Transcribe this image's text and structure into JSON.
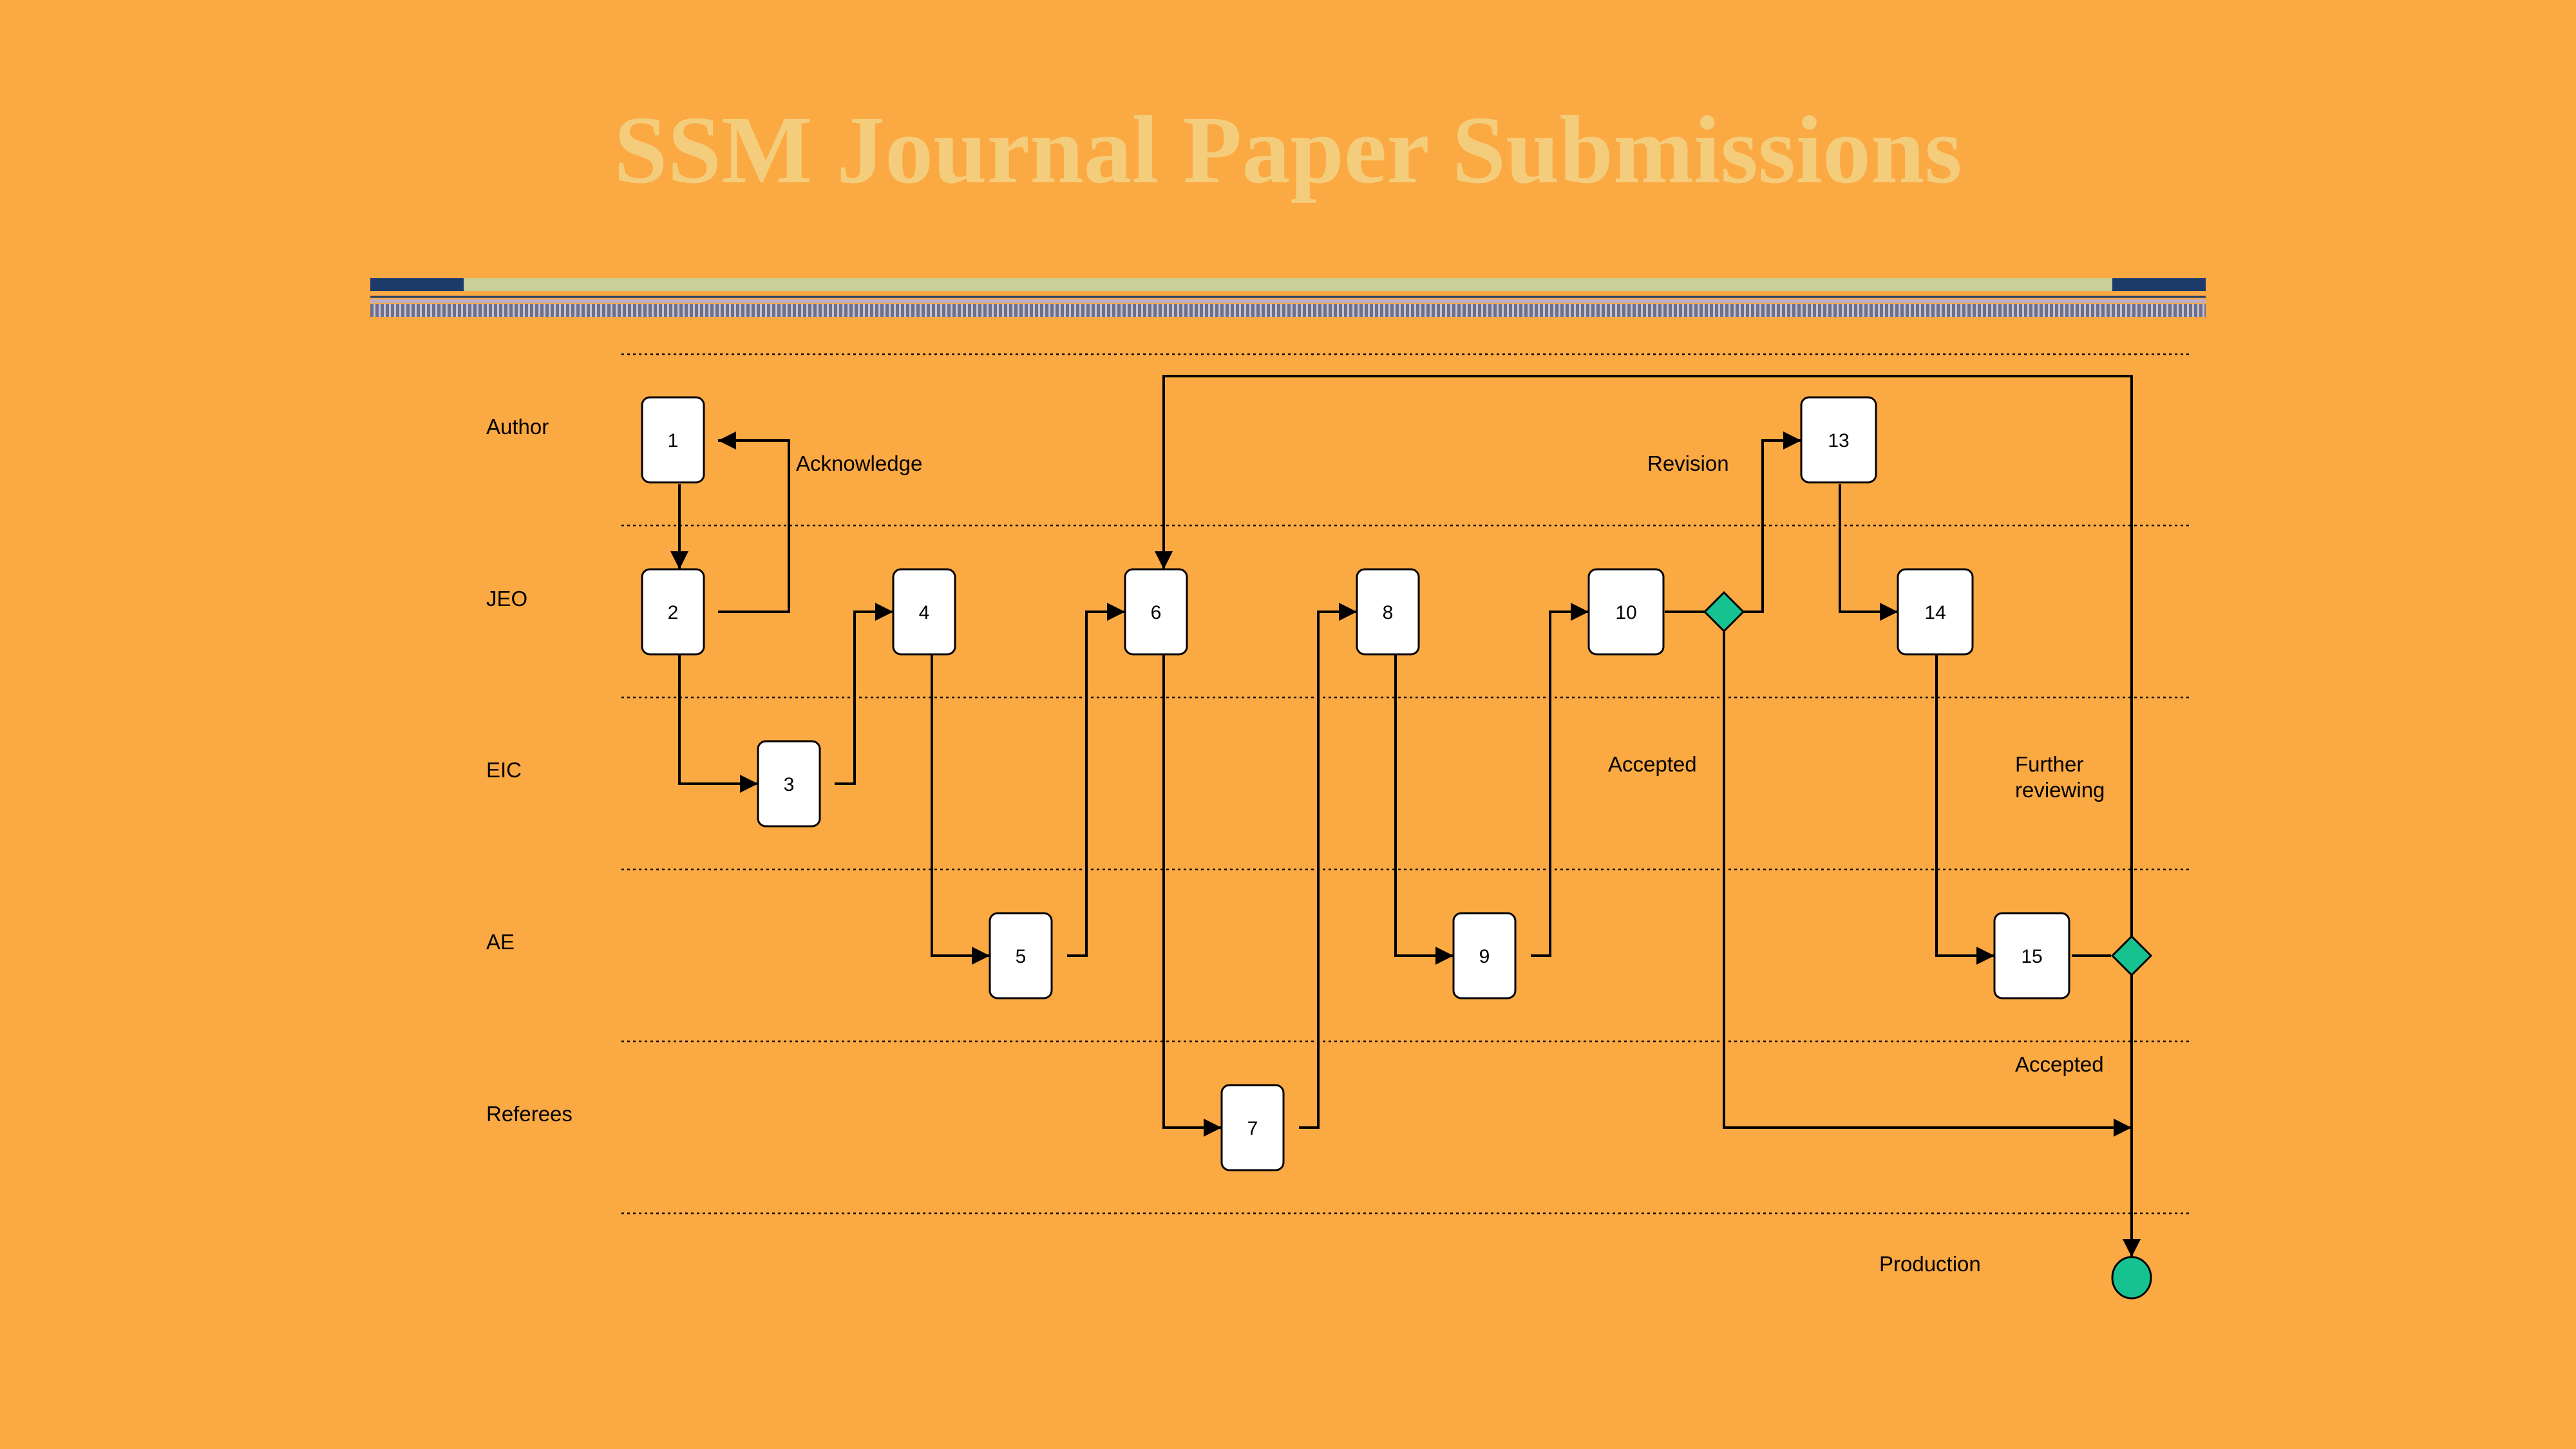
{
  "slide": {
    "title": "SSM Journal Paper Submissions",
    "colors": {
      "background": "#fba943",
      "title": "#f4cd7c",
      "node_fill": "#ffffff",
      "gateway_fill": "#16c290",
      "bar_dark": "#1c3b6b",
      "bar_light": "#c9cf99"
    }
  },
  "diagram": {
    "lanes": [
      {
        "id": "author",
        "label": "Author"
      },
      {
        "id": "jeo",
        "label": "JEO"
      },
      {
        "id": "eic",
        "label": "EIC"
      },
      {
        "id": "ae",
        "label": "AE"
      },
      {
        "id": "referees",
        "label": "Referees"
      }
    ],
    "nodes": [
      {
        "id": "n1",
        "label": "1",
        "lane": "author"
      },
      {
        "id": "n2",
        "label": "2",
        "lane": "jeo"
      },
      {
        "id": "n3",
        "label": "3",
        "lane": "eic"
      },
      {
        "id": "n4",
        "label": "4",
        "lane": "jeo"
      },
      {
        "id": "n5",
        "label": "5",
        "lane": "ae"
      },
      {
        "id": "n6",
        "label": "6",
        "lane": "jeo"
      },
      {
        "id": "n7",
        "label": "7",
        "lane": "referees"
      },
      {
        "id": "n8",
        "label": "8",
        "lane": "jeo"
      },
      {
        "id": "n9",
        "label": "9",
        "lane": "ae"
      },
      {
        "id": "n10",
        "label": "10",
        "lane": "jeo"
      },
      {
        "id": "n13",
        "label": "13",
        "lane": "author"
      },
      {
        "id": "n14",
        "label": "14",
        "lane": "jeo"
      },
      {
        "id": "n15",
        "label": "15",
        "lane": "ae"
      }
    ],
    "gateways": [
      {
        "id": "g1",
        "after": "n10"
      },
      {
        "id": "g2",
        "after": "n15"
      }
    ],
    "end_event": {
      "id": "end",
      "label": "Production"
    },
    "notes": {
      "acknowledge": "Acknowledge",
      "revision": "Revision",
      "accepted_1": "Accepted",
      "further_1": "Further",
      "further_2": "reviewing",
      "accepted_2": "Accepted",
      "production": "Production"
    },
    "edges": [
      {
        "from": "n1",
        "to": "n2"
      },
      {
        "from": "n2",
        "to": "n1",
        "label": "Acknowledge"
      },
      {
        "from": "n2",
        "to": "n3"
      },
      {
        "from": "n3",
        "to": "n4"
      },
      {
        "from": "n4",
        "to": "n5"
      },
      {
        "from": "n5",
        "to": "n6"
      },
      {
        "from": "n6",
        "to": "n7"
      },
      {
        "from": "n7",
        "to": "n8"
      },
      {
        "from": "n8",
        "to": "n9"
      },
      {
        "from": "n9",
        "to": "n10"
      },
      {
        "from": "n10",
        "to": "g1"
      },
      {
        "from": "g1",
        "to": "n13",
        "label": "Revision"
      },
      {
        "from": "g1",
        "to": "end",
        "label": "Accepted"
      },
      {
        "from": "n13",
        "to": "n14"
      },
      {
        "from": "n14",
        "to": "n15"
      },
      {
        "from": "n15",
        "to": "g2"
      },
      {
        "from": "g2",
        "to": "n6",
        "label": "Further reviewing"
      },
      {
        "from": "g2",
        "to": "end",
        "label": "Accepted"
      }
    ]
  }
}
